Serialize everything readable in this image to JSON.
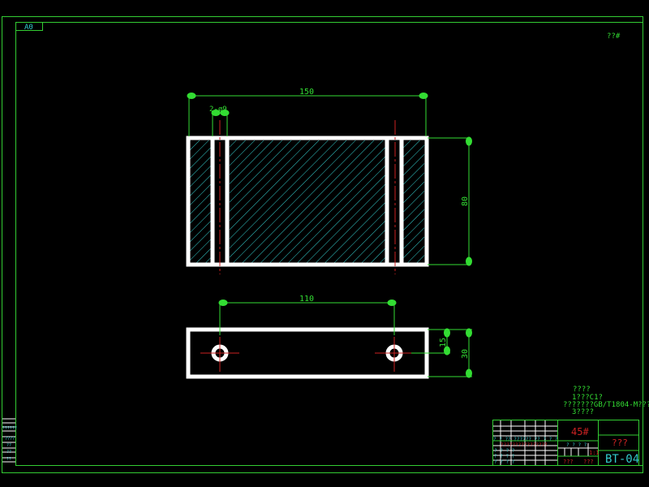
{
  "sheet": {
    "size_label": "A0",
    "roughness_note": "??#",
    "border_color": "#33cc33",
    "background": "#000000"
  },
  "colors": {
    "outline": "#ffffff",
    "dimension": "#33dd33",
    "centerline": "#cc2222",
    "hatch": "#33cccc",
    "text_cyan": "#33cccc",
    "text_red": "#cc2222",
    "text_green": "#33dd33"
  },
  "top_view": {
    "overall_width_dim": "150",
    "height_dim": "80",
    "hole_dim": "2-ø9"
  },
  "front_view": {
    "hole_spacing_dim": "110",
    "hole_offset_dim": "15",
    "thickness_dim": "30"
  },
  "notes": {
    "line1": "????",
    "line2": "1???C1?",
    "line3": "???????GB/T1804-M???",
    "line4": "3????"
  },
  "title_block": {
    "material": "45#",
    "part_name": "???",
    "scale": "1:1",
    "drawing_number": "BT-04",
    "sheet_info_left": "???",
    "sheet_info_right": "???",
    "row_labels": [
      "?",
      "?",
      "?",
      "?",
      "?",
      "?"
    ],
    "header_row": [
      "?",
      "?",
      "??",
      "??????",
      "??",
      "?",
      "?"
    ],
    "red_row": "????????????????",
    "mid_marks": [
      "?",
      "?",
      "?",
      "?"
    ]
  },
  "left_strip": {
    "labels": [
      "??????",
      "????",
      "??",
      "??",
      "??"
    ]
  }
}
